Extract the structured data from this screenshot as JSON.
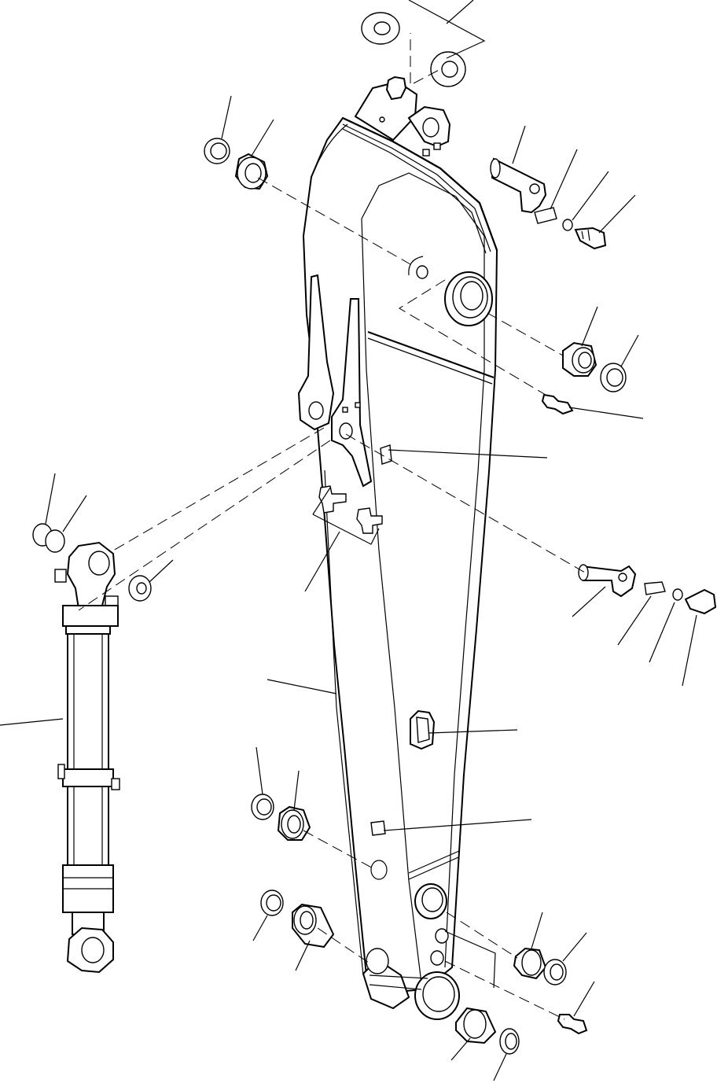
{
  "drawing": {
    "type": "exploded-parts-diagram",
    "labels_printed": false,
    "callout_count": 30,
    "colors": {
      "line": "#000000",
      "background": "#ffffff"
    },
    "parts": [
      "arm",
      "hydraulic-cylinder",
      "top-pin",
      "cylinder-mount-pin",
      "bottom-boss",
      "bushing",
      "seal-ring",
      "shim",
      "lock-plate",
      "washer",
      "bolt",
      "grease-fitting",
      "clamp",
      "cover-plate",
      "name-plate"
    ]
  }
}
